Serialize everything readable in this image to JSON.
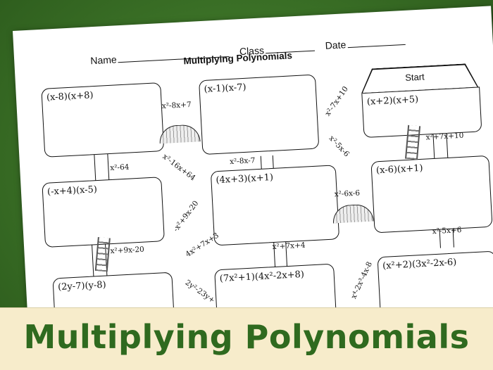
{
  "worksheet": {
    "name_label": "Name",
    "class_label": "Class",
    "date_label": "Date",
    "title": "Multiplying Polynomials",
    "start_label": "Start",
    "boxes": [
      "(x-8)(x+8)",
      "(x-1)(x-7)",
      "(x+2)(x+5)",
      "(-x+4)(x-5)",
      "(4x+3)(x+1)",
      "(x-6)(x+1)",
      "(2y-7)(y-8)",
      "(7x²+1)(4x²-2x+8)",
      "(x²+2)(3x²-2x-6)"
    ],
    "connectors": [
      "x²-8x+7",
      "x²-7x+10",
      "x²+7x+10",
      "x²-64",
      "x²-16x+64",
      "x²-8x-7",
      "x²-5x-6",
      "x²-6x-6",
      "-x²+9x-20",
      "x²+9x-20",
      "4x²+7x+3",
      "x²+7x+4",
      "x²-5x+6",
      "x⁴-2x³-4x-8",
      "2y²-23y+"
    ]
  },
  "banner": {
    "title": "Multiplying Polynomials",
    "background": "#f7eccb",
    "text_color": "#2f6a1f"
  },
  "colors": {
    "backdrop": "#3d7428"
  }
}
